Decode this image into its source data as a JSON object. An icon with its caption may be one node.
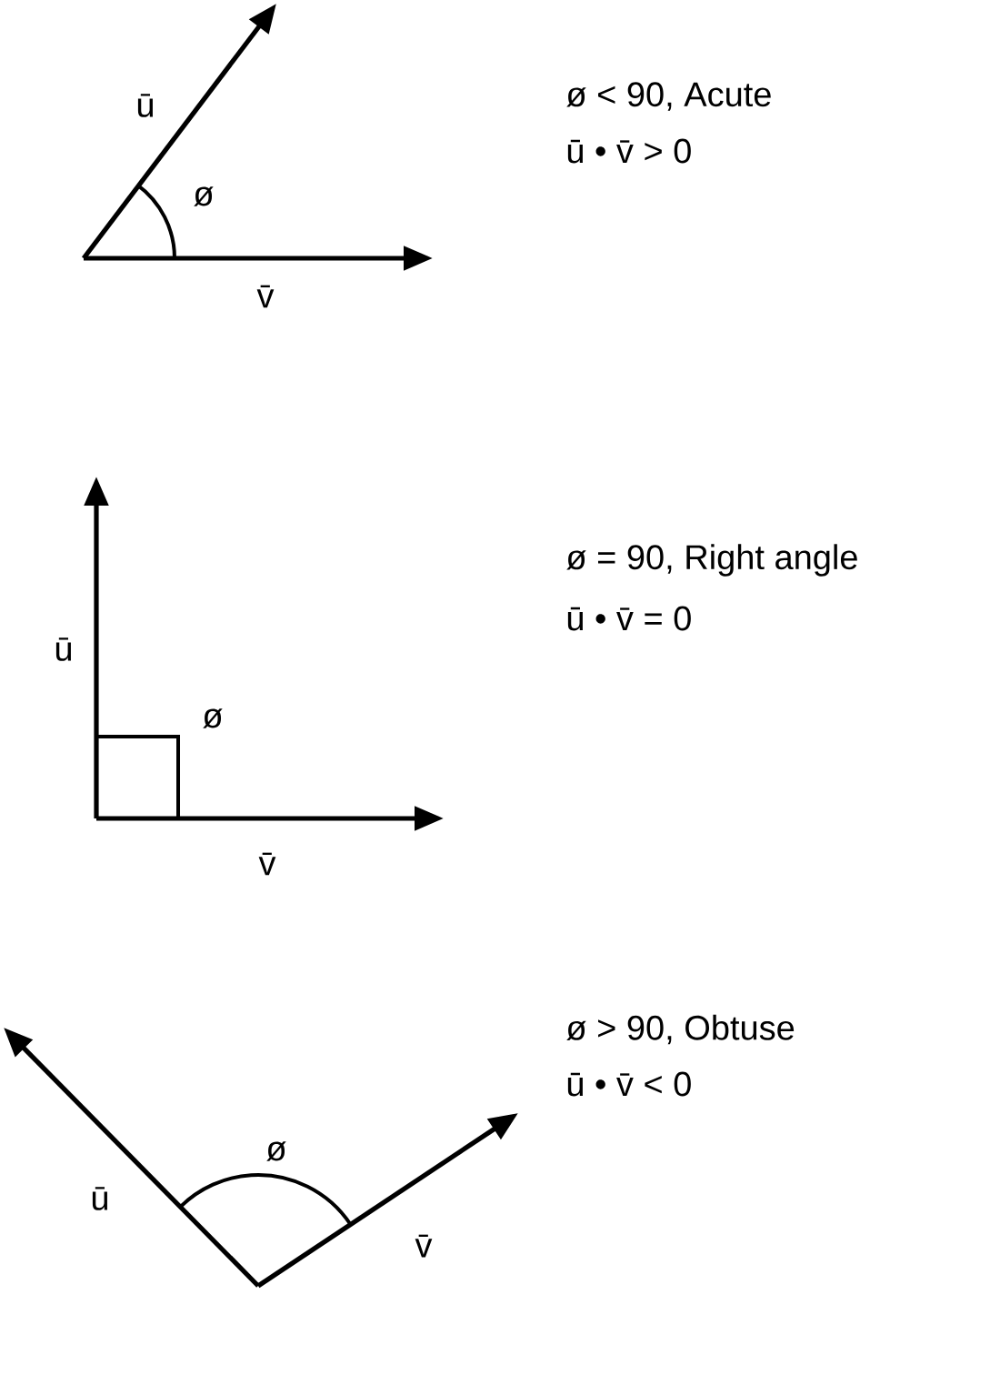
{
  "diagram": {
    "labels": [
      "ū",
      "ø < 90, Acute",
      "ū • v̄ > 0",
      "ø",
      "v̄",
      "ø = 90, Right angle",
      "ū • v̄ = 0",
      "ū",
      "ø",
      "v̄",
      "ø > 90, Obtuse",
      "ū • v̄ < 0",
      "ø",
      "ū",
      "v̄"
    ]
  }
}
